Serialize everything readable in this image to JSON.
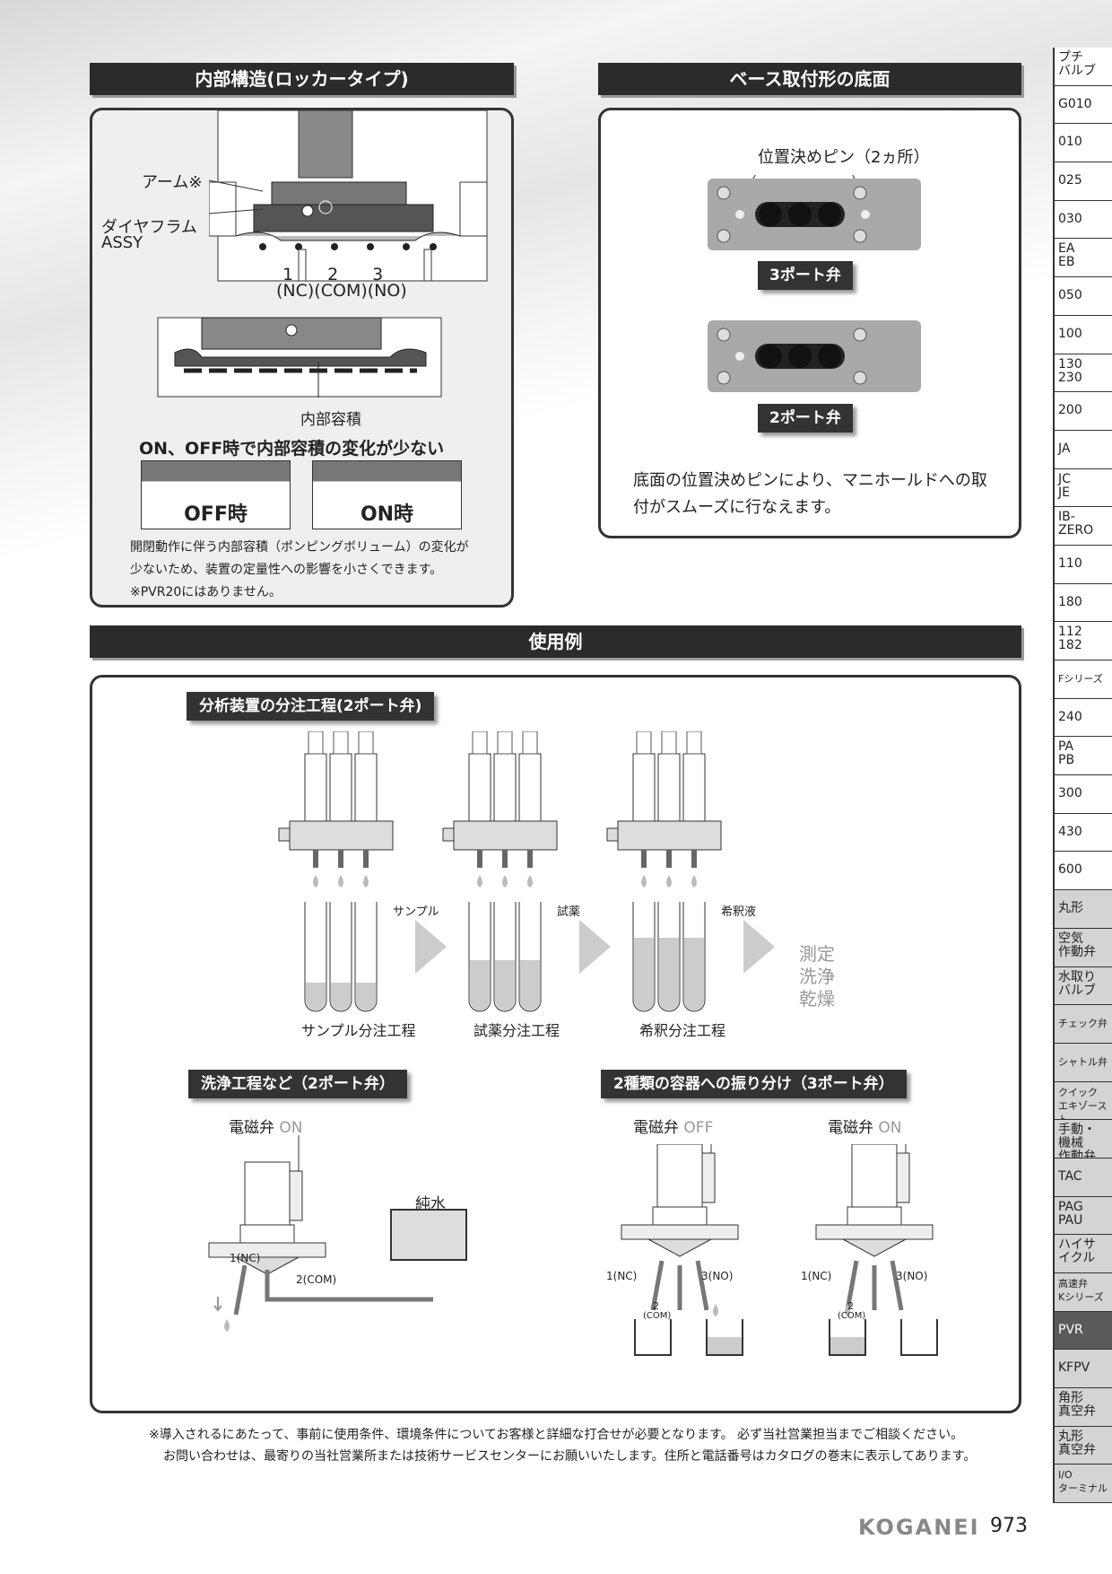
{
  "sections": {
    "internal_structure": {
      "title": "内部構造(ロッカータイプ)",
      "arm": "アーム※",
      "diaphragm_1": "ダイヤフラム",
      "diaphragm_2": "ASSY",
      "ports": "1　　2　　3",
      "port_names": "(NC)(COM)(NO)",
      "internal_volume": "内部容積",
      "headline": "ON、OFF時で内部容積の変化が少ない",
      "off_label": "OFF時",
      "on_label": "ON時",
      "desc_1": "開閉動作に伴う内部容積（ポンピングボリューム）の変化が",
      "desc_2": "少ないため、装置の定量性への影響を小さくできます。",
      "desc_3": "※PVR20にはありません。"
    },
    "base_mount": {
      "title": "ベース取付形の底面",
      "pin_label": "位置決めピン（2ヵ所）",
      "label_3port": "3ポート弁",
      "label_2port": "2ポート弁",
      "desc_1": "底面の位置決めピンにより、マニホールドへの取",
      "desc_2": "付がスムーズに行なえます。"
    },
    "usage": {
      "title": "使用例",
      "dispense": {
        "tag": "分析装置の分注工程(2ポート弁)",
        "sample": "サンプル",
        "reagent": "試薬",
        "diluent": "希釈液",
        "step1": "サンプル分注工程",
        "step2": "試薬分注工程",
        "step3": "希釈分注工程",
        "final_1": "測定",
        "final_2": "洗浄",
        "final_3": "乾燥"
      },
      "cleaning": {
        "tag": "洗浄工程など（2ポート弁）",
        "valve": "電磁弁",
        "state": "ON",
        "water": "純水",
        "port1": "1(NC)",
        "port2": "2(COM)"
      },
      "split": {
        "tag": "2種類の容器への振り分け（3ポート弁）",
        "valve": "電磁弁",
        "state_off": "OFF",
        "state_on": "ON",
        "port1": "1(NC)",
        "port2": "2",
        "port2b": "(COM)",
        "port3": "3(NO)"
      }
    }
  },
  "footnote_1": "※導入されるにあたって、事前に使用条件、環境条件についてお客様と詳細な打合せが必要となります。 必ず当社営業担当までご相談ください。",
  "footnote_2": "お問い合わせは、最寄りの当社営業所または技術サービスセンターにお願いいたします。住所と電話番号はカタログの巻末に表示してあります。",
  "brand": "KOGANEI",
  "page_number": "973",
  "sidebar": [
    "プチ\nバルブ",
    "G010",
    "010",
    "025",
    "030",
    "EA\nEB",
    "050",
    "100",
    "130\n230",
    "200",
    "JA",
    "JC\nJE",
    "IB-\nZERO",
    "110",
    "180",
    "112\n182",
    "Fシリーズ",
    "240",
    "PA\nPB",
    "300",
    "430",
    "600",
    "丸形",
    "空気\n作動弁",
    "水取り\nバルブ",
    "チェック弁",
    "シャトル弁",
    "クイック\nエキゾースト",
    "手動・\n機械\n作動弁",
    "TAC",
    "PAG\nPAU",
    "ハイサ\nイクル",
    "高速弁\nKシリーズ",
    "PVR",
    "KFPV",
    "角形\n真空弁",
    "丸形\n真空弁",
    "I/O\nターミナル"
  ],
  "sidebar_active": "PVR"
}
